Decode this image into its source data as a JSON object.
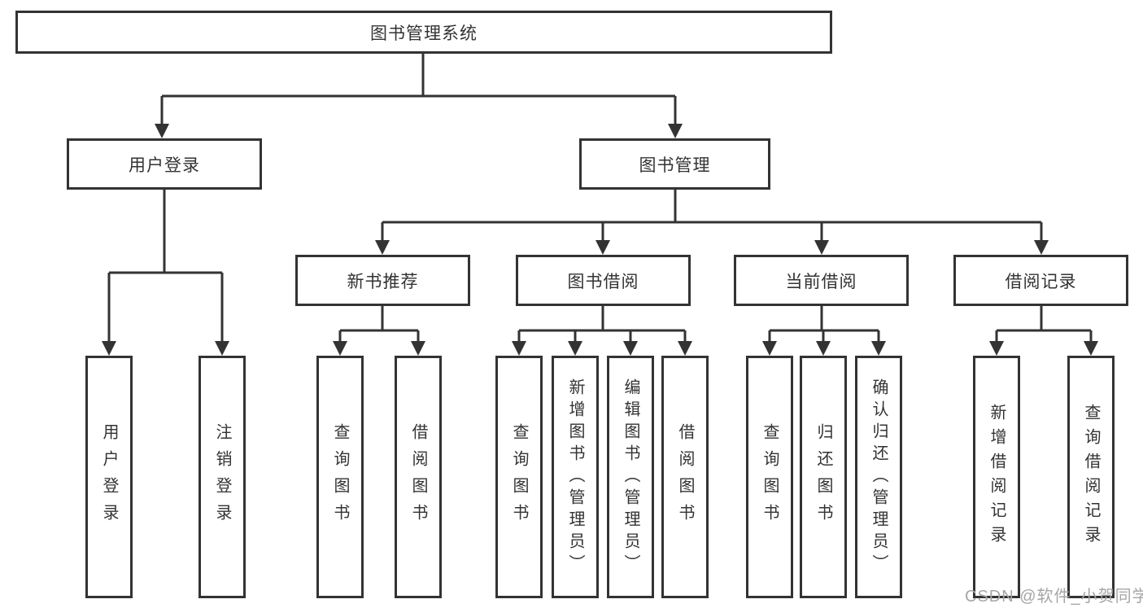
{
  "diagram": {
    "type": "hierarchy-tree",
    "colors": {
      "line": "#333333",
      "box_border": "#333333",
      "box_fill": "#ffffff",
      "text": "#333333",
      "watermark": "#a6a6a6"
    },
    "tree": {
      "label": "图书管理系统",
      "children": [
        {
          "label": "用户登录",
          "children": [
            {
              "label": "用户登录"
            },
            {
              "label": "注销登录"
            }
          ]
        },
        {
          "label": "图书管理",
          "children": [
            {
              "label": "新书推荐",
              "children": [
                {
                  "label": "查询图书"
                },
                {
                  "label": "借阅图书"
                }
              ]
            },
            {
              "label": "图书借阅",
              "children": [
                {
                  "label": "查询图书"
                },
                {
                  "label": "新增图书（管理员）"
                },
                {
                  "label": "编辑图书（管理员）"
                },
                {
                  "label": "借阅图书"
                }
              ]
            },
            {
              "label": "当前借阅",
              "children": [
                {
                  "label": "查询图书"
                },
                {
                  "label": "归还图书"
                },
                {
                  "label": "确认归还（管理员）"
                }
              ]
            },
            {
              "label": "借阅记录",
              "children": [
                {
                  "label": "新增借阅记录"
                },
                {
                  "label": "查询借阅记录"
                }
              ]
            }
          ]
        }
      ]
    },
    "watermark": "CSDN @软件_小贺同学"
  }
}
